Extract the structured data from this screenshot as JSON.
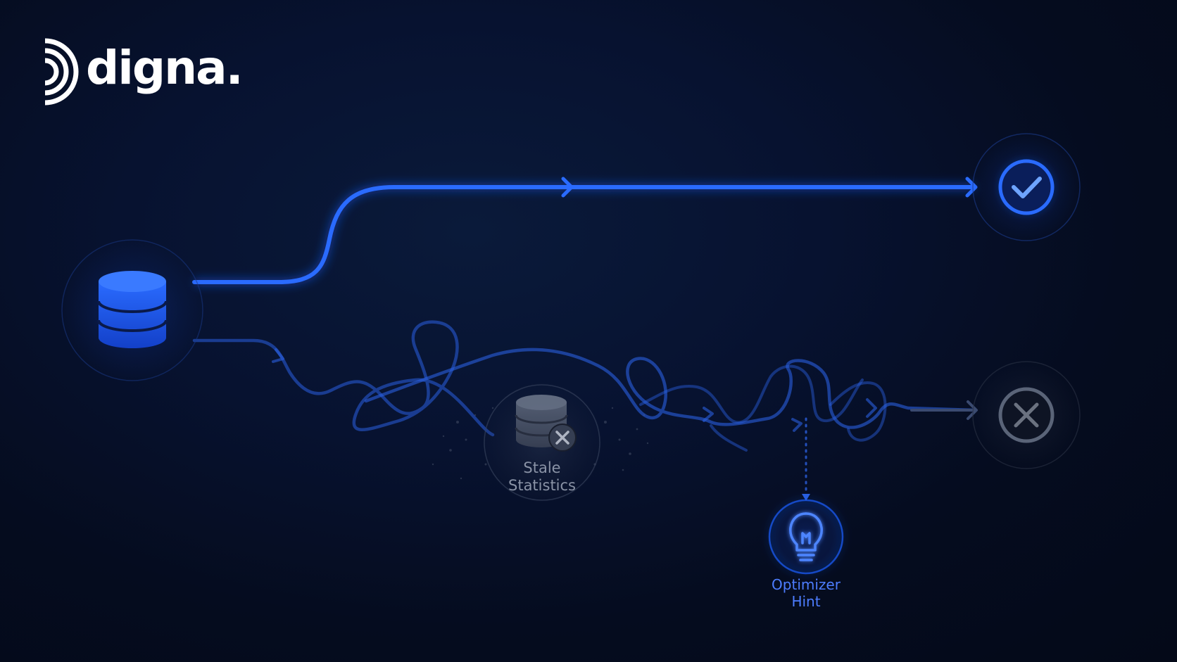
{
  "brand": {
    "name": "digna.",
    "icon": "digna-logo-arcs"
  },
  "nodes": {
    "source": {
      "icon": "database-icon"
    },
    "success": {
      "icon": "checkmark-icon"
    },
    "failure": {
      "icon": "x-icon"
    },
    "stale": {
      "icon": "database-x-icon",
      "label_line1": "Stale",
      "label_line2": "Statistics"
    },
    "hint": {
      "icon": "lightbulb-icon",
      "label_line1": "Optimizer",
      "label_line2": "Hint"
    }
  },
  "colors": {
    "background": "#050c1f",
    "accent": "#1f5fff",
    "accent_light": "#5b95ff",
    "muted_path": "#1a3a8a",
    "failure": "#6b7280",
    "stale_text": "#8a93a6",
    "hint_text": "#4d7dff"
  }
}
